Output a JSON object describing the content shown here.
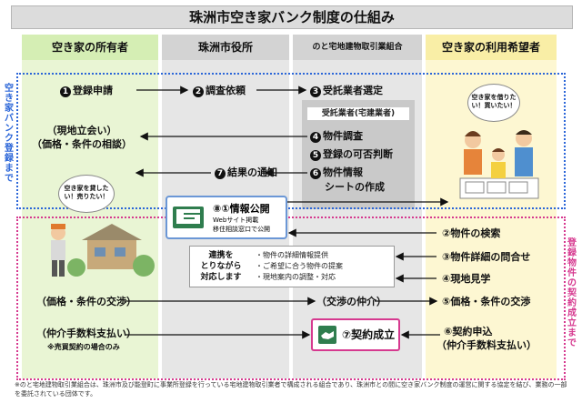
{
  "title": "珠洲市空き家バンク制度の仕組み",
  "columns": {
    "owner": "空き家の所有者",
    "city": "珠洲市役所",
    "agent": "のと宅地建物取引業組合",
    "user": "空き家の利用希望者"
  },
  "side_labels": {
    "registration": "空き家バンク登録まで",
    "property": "登録物件の契約成立まで"
  },
  "agent_sub": "受託業者(宅建業者)",
  "steps": {
    "s1": "登録申請",
    "s2": "調査依頼",
    "s3": "受託業者選定",
    "site_visit": "（現地立会い）",
    "price_consult": "（価格・条件の相談）",
    "s4": "物件調査",
    "s5": "登録の可否判断",
    "s7": "結果の通知",
    "s6_line1": "物件情報",
    "s6_line2": "シートの作成",
    "info_title": "⑧①情報公開",
    "info_sub1": "Webサイト掲載",
    "info_sub2": "移住相談窓口で公開",
    "u2": "②物件の検索",
    "u3": "③物件詳細の問合せ",
    "u4": "④現地見学",
    "u5": "⑤価格・条件の交渉",
    "u6_line1": "⑥契約申込",
    "u6_line2": "（仲介手数料支払い）",
    "owner_negotiation": "（価格・条件の交渉）",
    "broker_mediation": "（交渉の仲介）",
    "owner_fee": "（仲介手数料支払い）",
    "owner_fee_note": "※売買契約の場合のみ",
    "contract": "⑦契約成立"
  },
  "step_numbers": {
    "n1": "1",
    "n2": "2",
    "n3": "3",
    "n4": "4",
    "n5": "5",
    "n6": "6",
    "n7": "7"
  },
  "coordination": {
    "left_line1": "連携を",
    "left_line2": "とりながら",
    "left_line3": "対応します",
    "item1": "・物件の詳細情報提供",
    "item2": "・ご希望に合う物件の提案",
    "item3": "・現地案内の調整・対応"
  },
  "bubbles": {
    "owner": "空き家を貸したい！売りたい！",
    "user": "空き家を借りたい！買いたい！"
  },
  "footnote": "※のと宅地建物取引業組合は、珠洲市及び能登町に事業所登録を行っている宅地建物取引業者で構成される組合であり、珠洲市との間に空き家バンク制度の運営に関する協定を結び、業務の一部を委託されている団体です。",
  "colors": {
    "registration": "#2b66d8",
    "property": "#d6398f",
    "owner_col": "#e9f5d4",
    "user_col": "#fdf7d2",
    "city_col": "#e6e6e6"
  }
}
